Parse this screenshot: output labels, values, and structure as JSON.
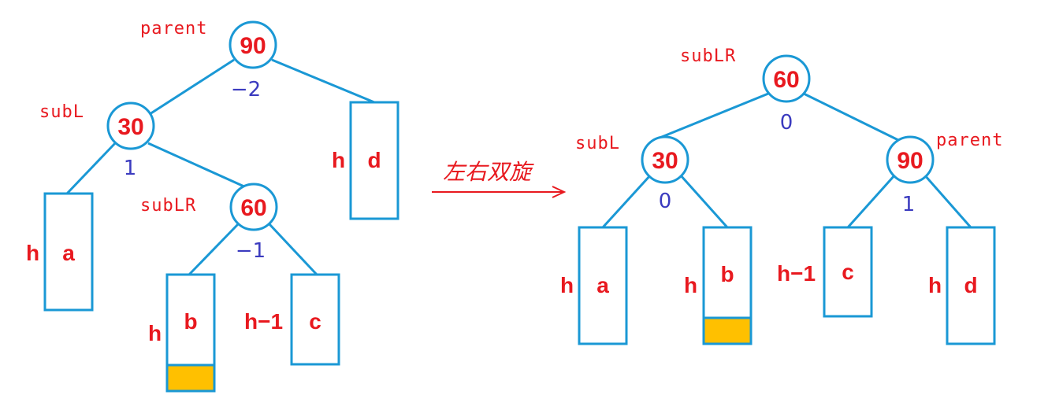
{
  "operation_label": "左右双旋",
  "before": {
    "nodes": {
      "parent": {
        "value": "90",
        "label": "parent",
        "bf": "−2"
      },
      "subL": {
        "value": "30",
        "label": "subL",
        "bf": "1"
      },
      "subLR": {
        "value": "60",
        "label": "subLR",
        "bf": "−1"
      }
    },
    "subtrees": {
      "a": {
        "name": "a",
        "height": "h"
      },
      "b": {
        "name": "b",
        "height": "h"
      },
      "c": {
        "name": "c",
        "height": "h−1"
      },
      "d": {
        "name": "d",
        "height": "h"
      }
    }
  },
  "after": {
    "nodes": {
      "subLR": {
        "value": "60",
        "label": "subLR",
        "bf": "0"
      },
      "subL": {
        "value": "30",
        "label": "subL",
        "bf": "0"
      },
      "parent": {
        "value": "90",
        "label": "parent",
        "bf": "1"
      }
    },
    "subtrees": {
      "a": {
        "name": "a",
        "height": "h"
      },
      "b": {
        "name": "b",
        "height": "h"
      },
      "c": {
        "name": "c",
        "height": "h−1"
      },
      "d": {
        "name": "d",
        "height": "h"
      }
    }
  },
  "colors": {
    "edge": "#1a98d5",
    "text_red": "#e8191f",
    "balance_factor": "#3b3bbf",
    "inserted_node": "#ffc000"
  }
}
